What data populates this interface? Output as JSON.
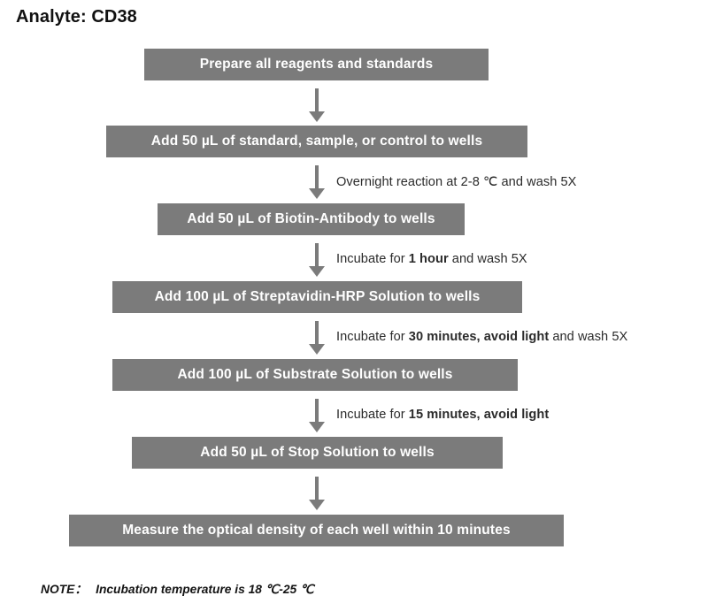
{
  "title": "Analyte: CD38",
  "steps": [
    {
      "id": "prepare-reagents",
      "label": "Prepare all reagents and standards"
    },
    {
      "id": "add-standard-sample",
      "label": "Add 50 µL of standard, sample, or control to wells"
    },
    {
      "id": "add-biotin-antibody",
      "label": "Add 50 µL of Biotin-Antibody to wells"
    },
    {
      "id": "add-streptavidin-hrp",
      "label": "Add 100 µL of Streptavidin-HRP Solution to wells"
    },
    {
      "id": "add-substrate-solution",
      "label": "Add 100 µL of Substrate Solution to wells"
    },
    {
      "id": "add-stop-solution",
      "label": "Add 50 µL of Stop Solution to wells"
    },
    {
      "id": "measure-optical-density",
      "label": "Measure the optical density of each well within 10 minutes"
    }
  ],
  "annotations": [
    {
      "id": "annotation-overnight",
      "prefix": "Overnight reaction at 2-8 ℃ and wash 5X",
      "emphasis": "",
      "suffix": ""
    },
    {
      "id": "annotation-1-hour",
      "prefix": "Incubate for ",
      "emphasis": "1 hour",
      "suffix": " and wash 5X"
    },
    {
      "id": "annotation-30-min",
      "prefix": "Incubate for ",
      "emphasis": "30 minutes, avoid light",
      "suffix": " and wash 5X"
    },
    {
      "id": "annotation-15-min",
      "prefix": "Incubate for ",
      "emphasis": "15 minutes, avoid light",
      "suffix": ""
    }
  ],
  "note": {
    "label": "NOTE：",
    "text": "Incubation temperature is 18 ℃-25 ℃"
  },
  "colors": {
    "box_fill": "#7b7b7b",
    "box_text": "#ffffff",
    "arrow": "#7b7b7b",
    "background": "#ffffff",
    "body_text": "#1a1a1a"
  }
}
